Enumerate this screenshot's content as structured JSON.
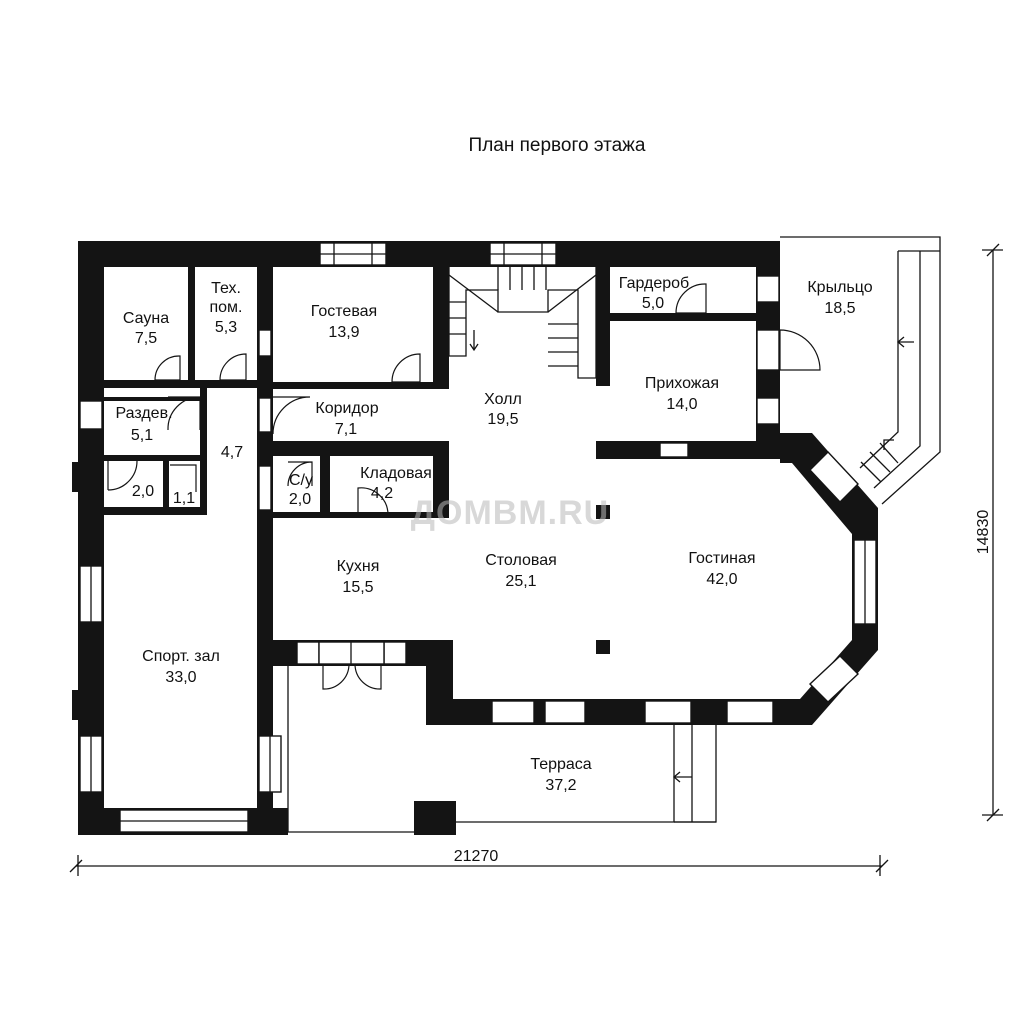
{
  "title": "План первого этажа",
  "watermark": "ДОМВМ.RU",
  "dimensions": {
    "width": "21270",
    "height": "14830"
  },
  "rooms": {
    "sauna": {
      "name": "Сауна",
      "area": "7,5"
    },
    "tech": {
      "name_line1": "Тех.",
      "name_line2": "пом.",
      "area": "5,3"
    },
    "guest": {
      "name": "Гостевая",
      "area": "13,9"
    },
    "hall": {
      "name": "Холл",
      "area": "19,5"
    },
    "wardrobe": {
      "name": "Гардероб",
      "area": "5,0"
    },
    "porch": {
      "name": "Крыльцо",
      "area": "18,5"
    },
    "hallway": {
      "name": "Прихожая",
      "area": "14,0"
    },
    "changing": {
      "name": "Раздев.",
      "area": "5,1"
    },
    "corridor": {
      "name": "Коридор",
      "area": "7,1"
    },
    "passage": {
      "area": "4,7"
    },
    "small1": {
      "area": "2,0"
    },
    "small2": {
      "area": "1,1"
    },
    "wc": {
      "name": "С/у",
      "area": "2,0"
    },
    "pantry": {
      "name": "Кладовая",
      "area": "4,2"
    },
    "kitchen": {
      "name": "Кухня",
      "area": "15,5"
    },
    "dining": {
      "name": "Столовая",
      "area": "25,1"
    },
    "living": {
      "name": "Гостиная",
      "area": "42,0"
    },
    "gym": {
      "name": "Спорт. зал",
      "area": "33,0"
    },
    "terrace": {
      "name": "Терраса",
      "area": "37,2"
    }
  }
}
